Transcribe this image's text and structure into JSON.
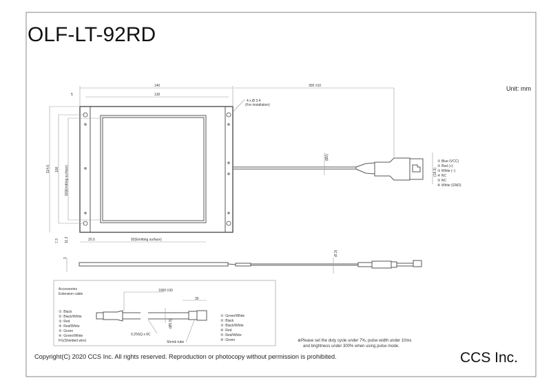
{
  "title": "OLF-LT-92RD",
  "unit": "Unit: mm",
  "dimensions": {
    "overall_width": "140",
    "hole_pitch_width": "130",
    "edge_offset": "5",
    "cable_length": "300 ±10",
    "mount_holes": "4 x Ø 3.4",
    "mount_holes_note": "(For installation)",
    "overall_height": "114.6",
    "hole_pitch_height": "100",
    "emitting_height": "92(Emitting surface)",
    "bottom_offset_1": "7.3",
    "bottom_offset_2": "11.3",
    "left_offset": "20.5",
    "emitting_width": "92(Emitting surface)",
    "cable_dia": "(Ø2)",
    "connector_height": "(18.3)",
    "thickness": "3",
    "connector_side": "(8.3)"
  },
  "connector_pins": [
    "① Blue (VCC)",
    "② Red (+)",
    "③ White (−)",
    "④ NC",
    "⑤ NC",
    "⑥ White (GND)"
  ],
  "accessories": {
    "heading": "Accessories",
    "subheading": "Extension cable",
    "length": "1000 ±30",
    "tip_length": "30",
    "wire_spec": "0.25SQ x 6C",
    "cable_dia": "(Ø5.5)",
    "shrink_tube": "Shrink tube",
    "left_pins": [
      "①: Black",
      "②: Black/White",
      "③: Red",
      "④: Red/White",
      "⑤: Green",
      "⑥: Green/White",
      "FG(Shielded wire)"
    ],
    "right_pins": [
      "①: Green/White",
      "②: Black",
      "③: Black/White",
      "④: Red",
      "⑤: Red/White",
      "⑥: Green"
    ]
  },
  "note": {
    "line1": "※Please set the duty cycle under 7%, pulse width under 10ms",
    "line2": "and brightness under 300% when using pulse mode."
  },
  "copyright": "Copyright(C) 2020 CCS Inc. All rights reserved. Reproduction or photocopy without permission is prohibited.",
  "company": "CCS Inc."
}
